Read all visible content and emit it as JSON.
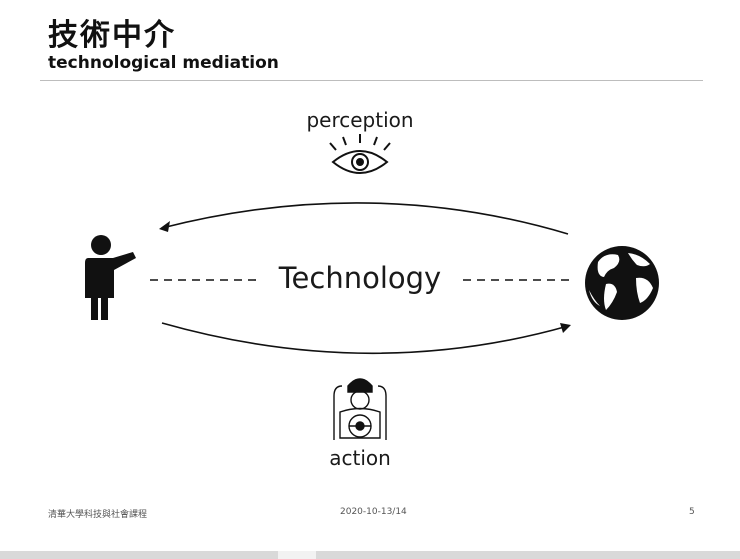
{
  "slide": {
    "title_zh": "技術中介",
    "title_en": "technological mediation"
  },
  "diagram": {
    "top_label": "perception",
    "center_label": "Technology",
    "bottom_label": "action",
    "left_node_icon": "person-pointing-icon",
    "right_node_icon": "globe-icon",
    "top_icon": "eye-icon",
    "bottom_icon": "driver-steering-wheel-icon"
  },
  "footer": {
    "left": "清華大學科技與社會課程",
    "center": "2020-10-13/14",
    "page": "5"
  }
}
